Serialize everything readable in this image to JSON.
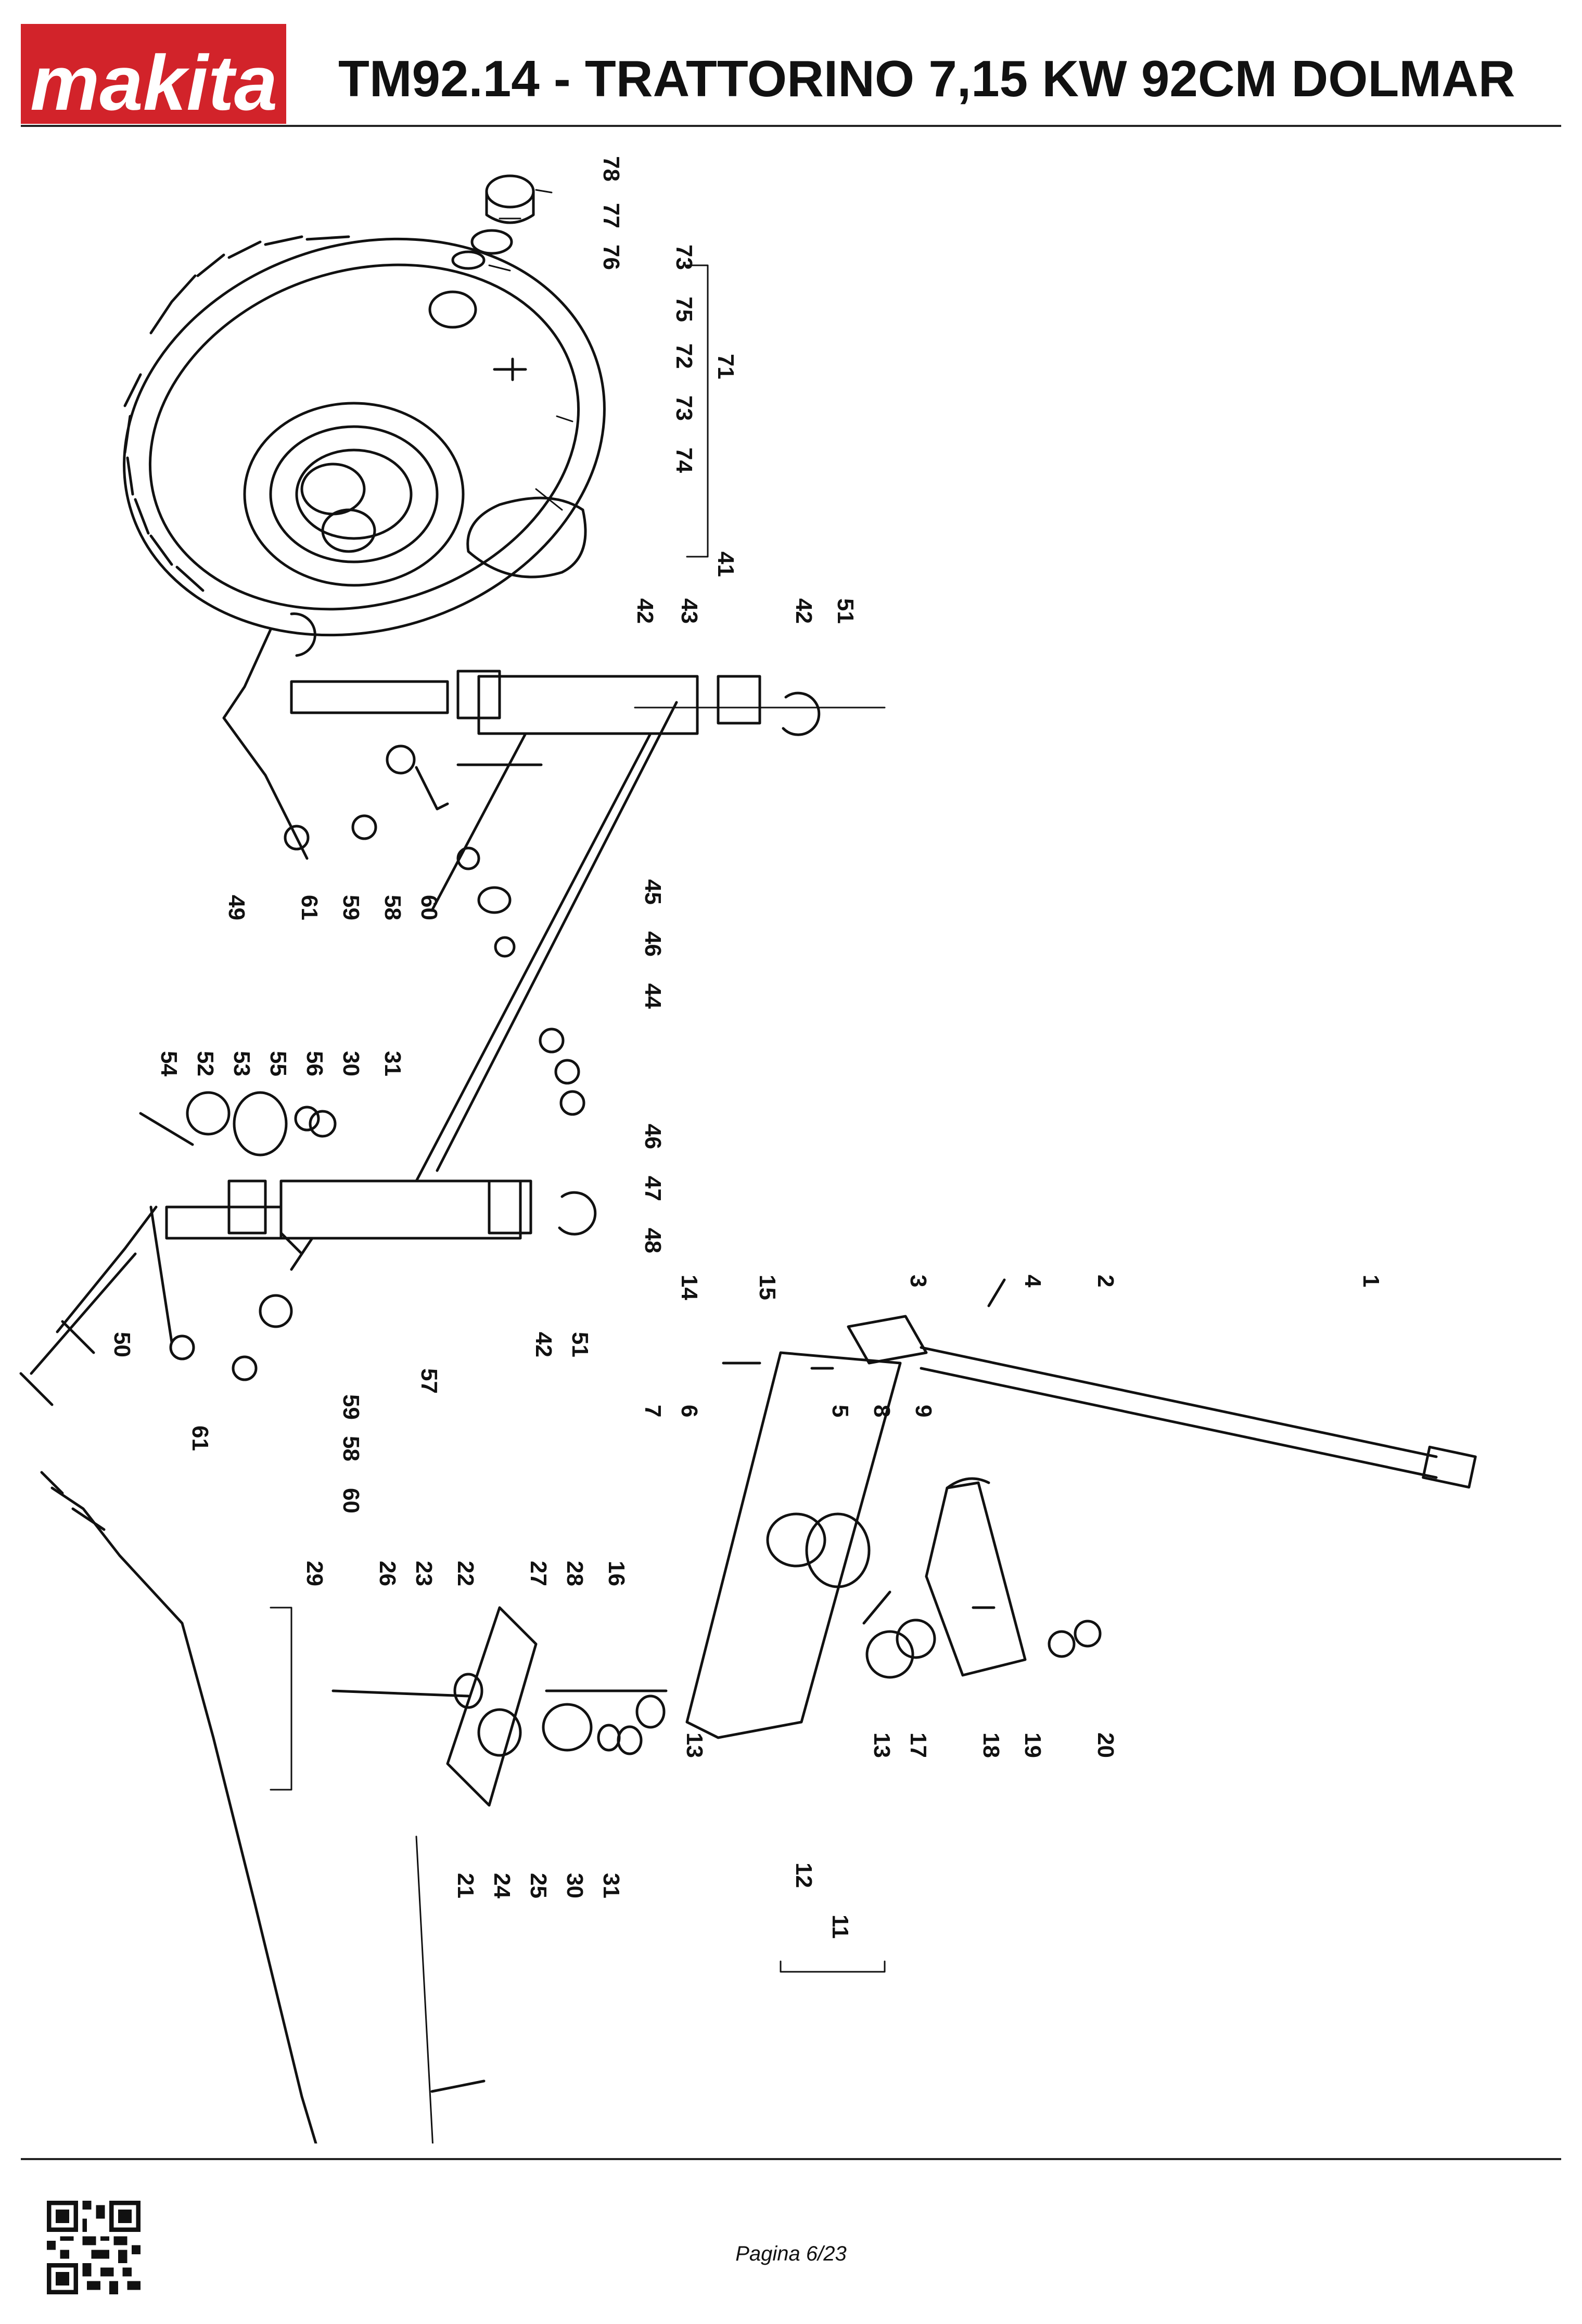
{
  "header": {
    "brand": "makita",
    "title": "TM92.14 - TRATTORINO 7,15 KW 92CM DOLMAR"
  },
  "colors": {
    "brand_red": "#d2232a",
    "line": "#111111"
  },
  "diagram": {
    "part_labels": [
      "78",
      "77",
      "76",
      "73",
      "75",
      "72",
      "73",
      "74",
      "71",
      "41",
      "42",
      "43",
      "42",
      "51",
      "45",
      "46",
      "44",
      "61",
      "59",
      "58",
      "60",
      "49",
      "54",
      "52",
      "53",
      "55",
      "56",
      "30",
      "31",
      "46",
      "47",
      "48",
      "42",
      "51",
      "50",
      "57",
      "59",
      "58",
      "60",
      "61",
      "14",
      "15",
      "3",
      "4",
      "2",
      "1",
      "7",
      "6",
      "5",
      "8",
      "9",
      "29",
      "26",
      "23",
      "22",
      "27",
      "28",
      "16",
      "13",
      "13",
      "17",
      "18",
      "19",
      "20",
      "21",
      "24",
      "25",
      "30",
      "31",
      "12",
      "11"
    ]
  },
  "footer": {
    "qr_icon": "qr-code-icon",
    "page": "Pagina 6/23"
  }
}
